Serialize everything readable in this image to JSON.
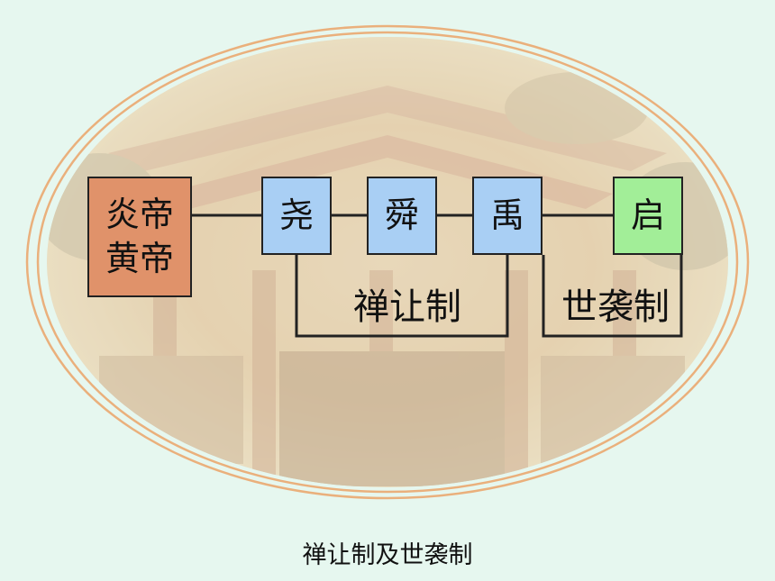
{
  "diagram": {
    "nodes": {
      "emperors": [
        "炎帝",
        "黄帝"
      ],
      "yao": "尧",
      "shun": "舜",
      "yu": "禹",
      "qi": "启"
    },
    "groups": {
      "abdication": "禅让制",
      "hereditary": "世袭制"
    },
    "caption": "禅让制及世袭制"
  },
  "colors": {
    "background": "#e6f7ef",
    "emperors_fill": "#e0926a",
    "ruler_fill": "#a9cff4",
    "qi_fill": "#a2ee98",
    "ellipse_ring": "#eab07c"
  }
}
